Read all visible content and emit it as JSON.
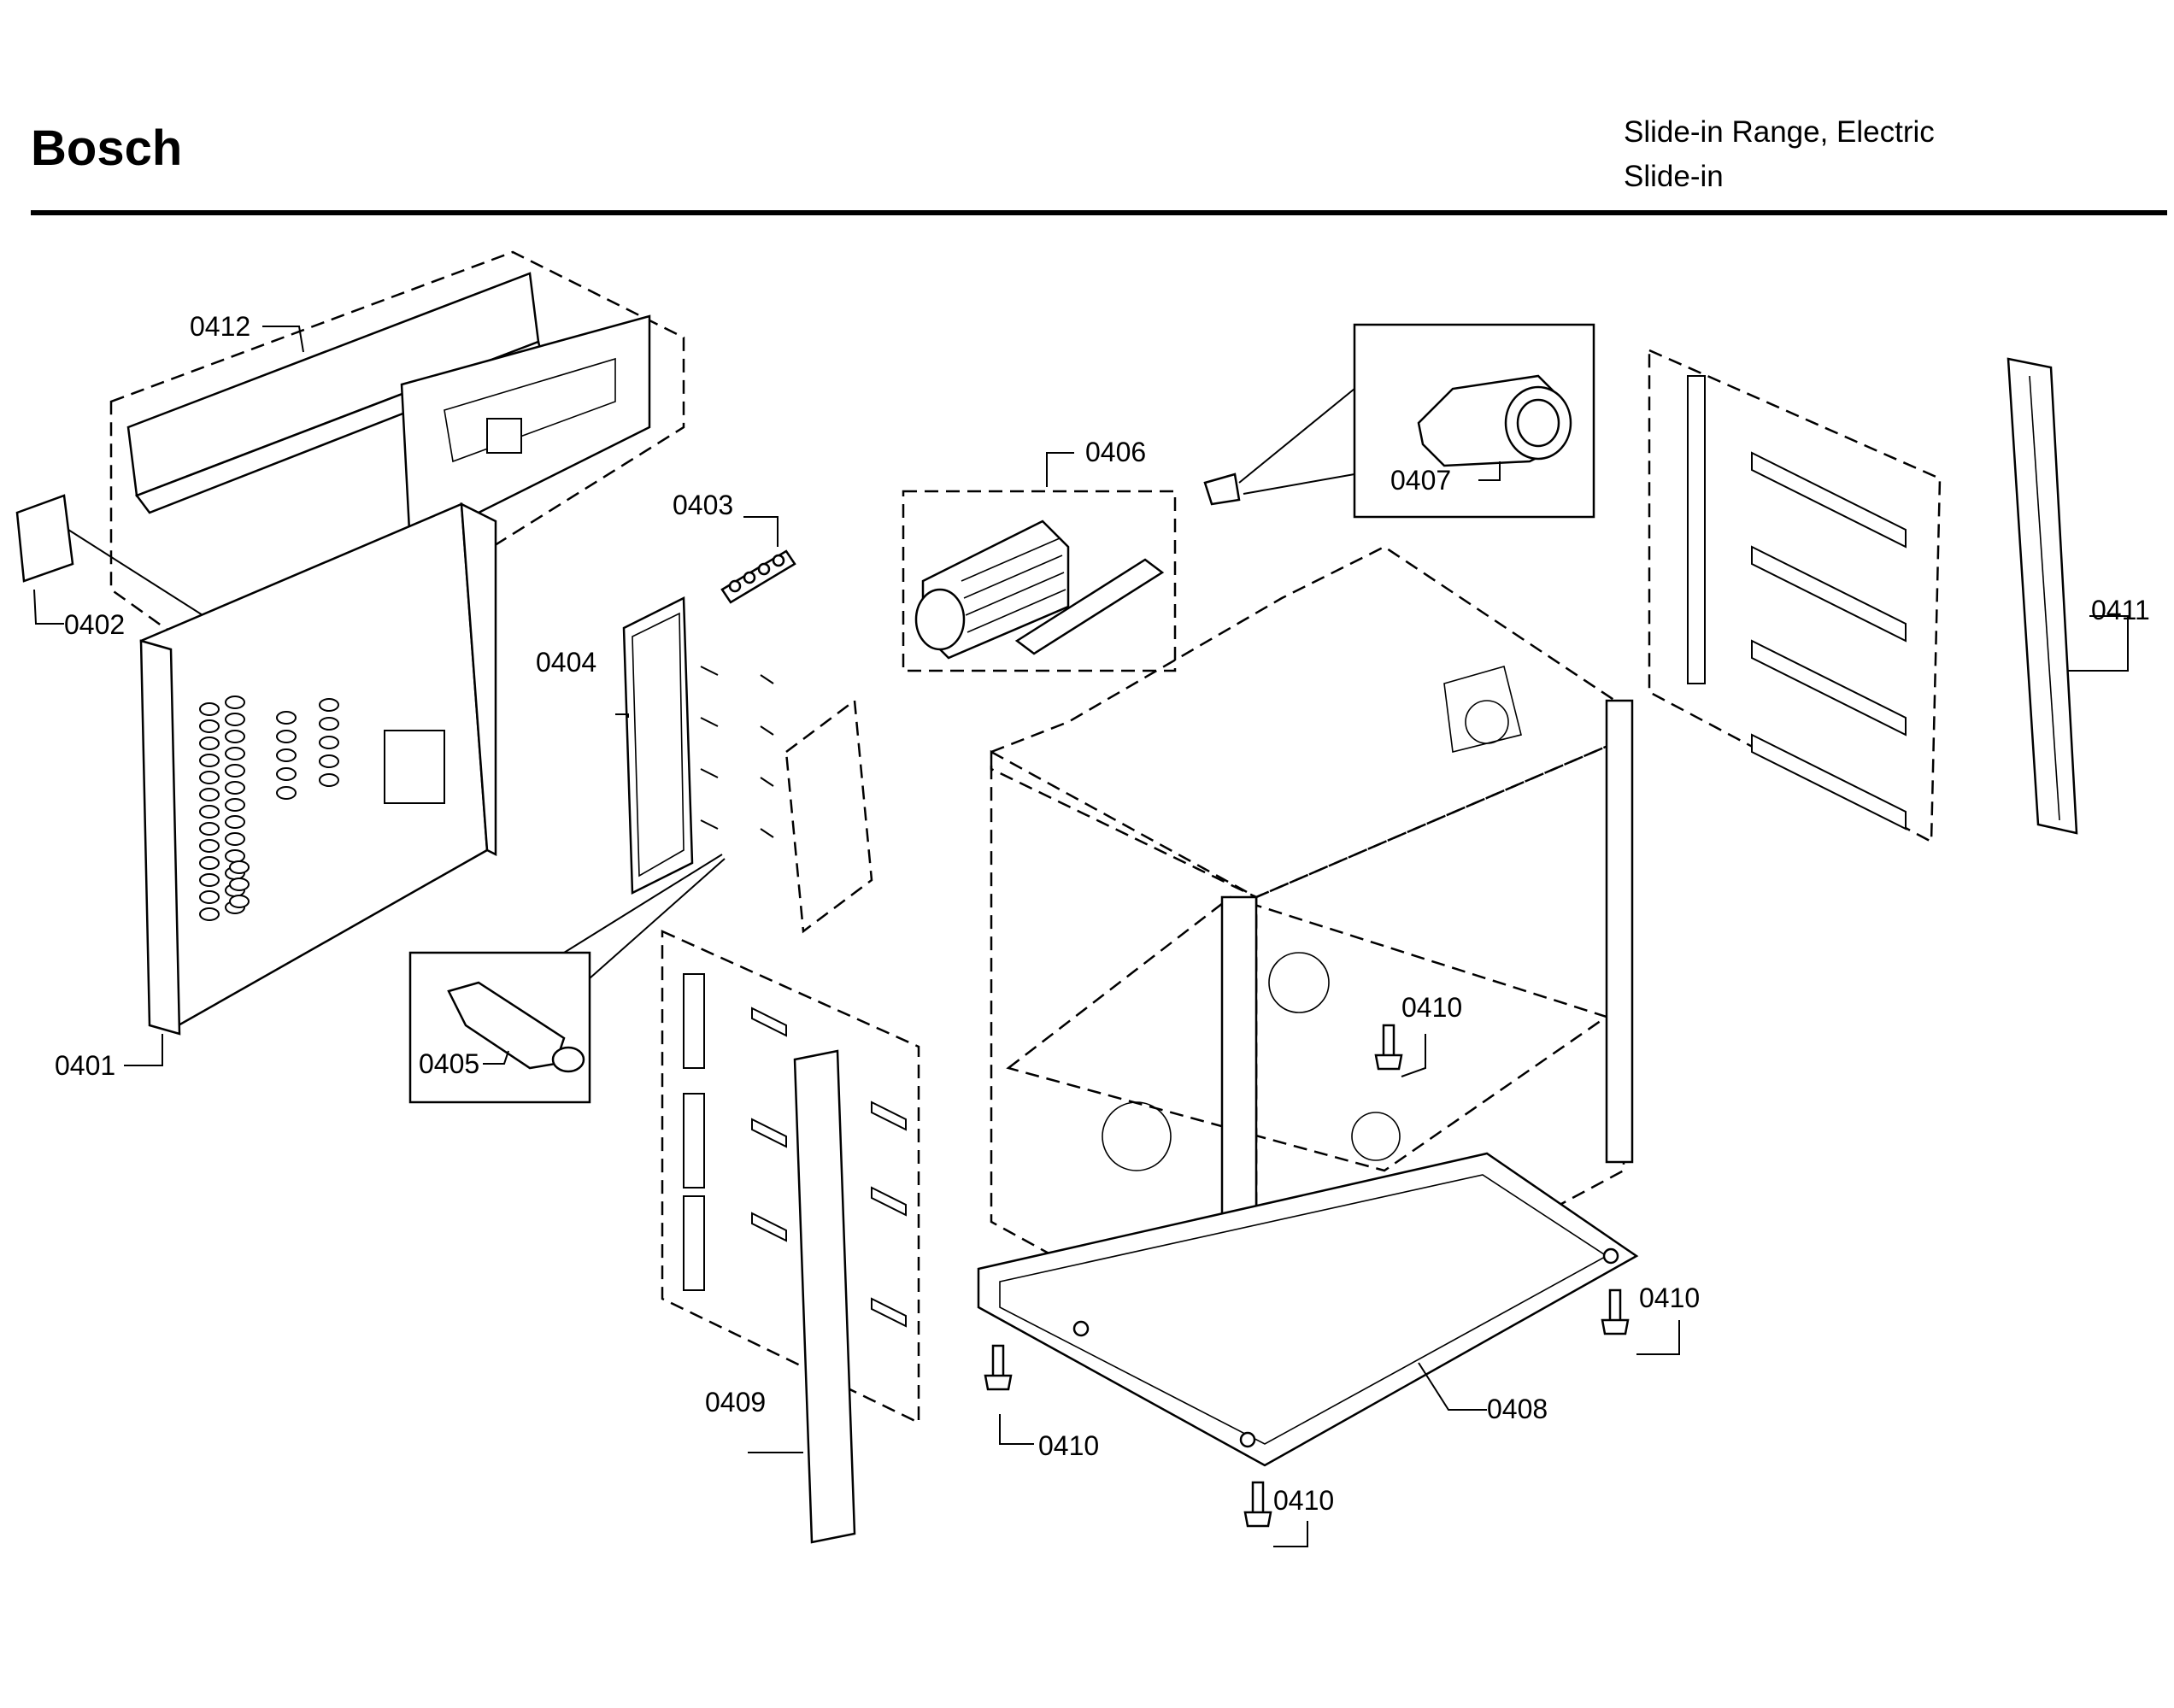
{
  "header": {
    "brand": "Bosch",
    "subtitle_line1": "Slide-in Range, Electric",
    "subtitle_line2": "Slide-in"
  },
  "parts": {
    "p0401": "0401",
    "p0402": "0402",
    "p0403": "0403",
    "p0404": "0404",
    "p0405": "0405",
    "p0406": "0406",
    "p0407": "0407",
    "p0408": "0408",
    "p0409": "0409",
    "p0410": "0410",
    "p0411": "0411",
    "p0412": "0412"
  }
}
